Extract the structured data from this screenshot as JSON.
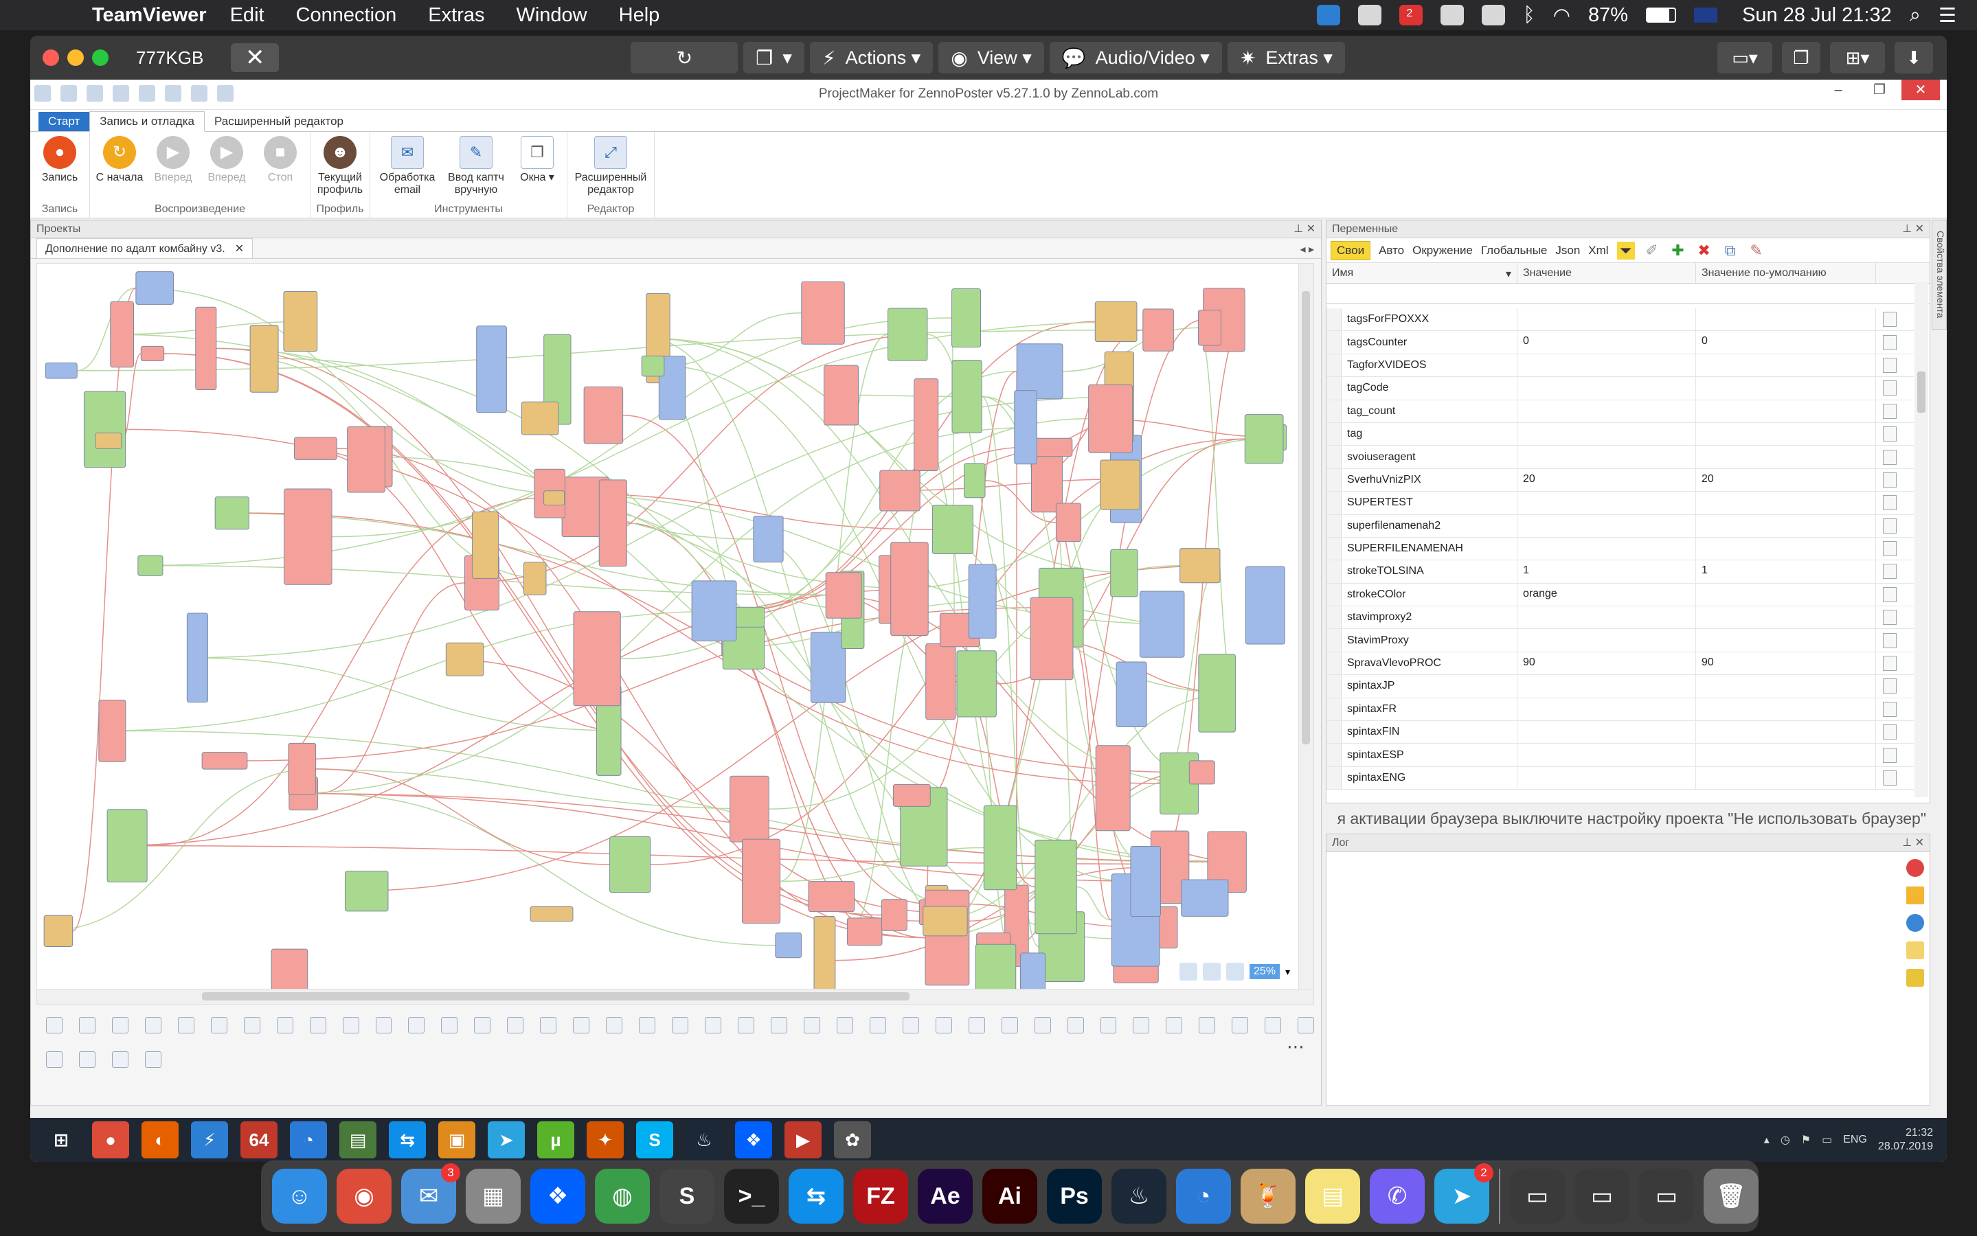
{
  "mac_menubar": {
    "apple": "",
    "app": "TeamViewer",
    "items": [
      "Edit",
      "Connection",
      "Extras",
      "Window",
      "Help"
    ],
    "battery": "87%",
    "datetime": "Sun 28 Jul  21:32",
    "badge": "2"
  },
  "teamviewer": {
    "partner_id": "777KGB",
    "close_label": "✕",
    "tools": [
      {
        "icon": "↻",
        "label": ""
      },
      {
        "icon": "❐",
        "label": "▾"
      },
      {
        "icon": "⚡",
        "label": "Actions ▾"
      },
      {
        "icon": "◉",
        "label": "View ▾"
      },
      {
        "icon": "💬",
        "label": "Audio/Video ▾"
      },
      {
        "icon": "✷",
        "label": "Extras ▾"
      }
    ]
  },
  "projectmaker": {
    "title": "ProjectMaker for ZennoPoster v5.27.1.0 by ZennoLab.com",
    "tabs": [
      "Старт",
      "Запись и отладка",
      "Расширенный редактор"
    ],
    "ribbon_groups": [
      {
        "label": "Запись",
        "buttons": [
          {
            "label": "Запись",
            "color": "#e8501e"
          }
        ]
      },
      {
        "label": "Воспроизведение",
        "buttons": [
          {
            "label": "С начала",
            "color": "#f2a81d"
          },
          {
            "label": "Вперед",
            "color": "#c7c7c7"
          },
          {
            "label": "Вперед",
            "color": "#c7c7c7"
          },
          {
            "label": "Стоп",
            "color": "#c7c7c7"
          }
        ]
      },
      {
        "label": "Профиль",
        "buttons": [
          {
            "label": "Текущий профиль",
            "color": "#6b4b3a"
          }
        ]
      },
      {
        "label": "Инструменты",
        "buttons": [
          {
            "label": "Обработка email"
          },
          {
            "label": "Ввод каптч вручную"
          },
          {
            "label": "Окна ▾"
          }
        ]
      },
      {
        "label": "Редактор",
        "buttons": [
          {
            "label": "Расширенный редактор"
          }
        ]
      }
    ],
    "projects_panel": "Проекты",
    "document_tab": "Дополнение по адалт комбайну v3.",
    "zoom": "25%",
    "variables_panel": "Переменные",
    "var_tabs": [
      "Свои",
      "Авто",
      "Окружение",
      "Глобальные",
      "Json",
      "Xml"
    ],
    "var_columns": [
      "Имя",
      "Значение",
      "Значение по-умолчанию"
    ],
    "variables": [
      {
        "name": "tagsForFPOXXX",
        "value": "",
        "default": ""
      },
      {
        "name": "tagsCounter",
        "value": "0",
        "default": "0"
      },
      {
        "name": "TagforXVIDEOS",
        "value": "",
        "default": ""
      },
      {
        "name": "tagCode",
        "value": "",
        "default": ""
      },
      {
        "name": "tag_count",
        "value": "",
        "default": ""
      },
      {
        "name": "tag",
        "value": "",
        "default": ""
      },
      {
        "name": "svoiuseragent",
        "value": "",
        "default": ""
      },
      {
        "name": "SverhuVnizPIX",
        "value": "20",
        "default": "20"
      },
      {
        "name": "SUPERTEST",
        "value": "",
        "default": ""
      },
      {
        "name": "superfilenamenah2",
        "value": "",
        "default": ""
      },
      {
        "name": "SUPERFILENAMENAH",
        "value": "",
        "default": ""
      },
      {
        "name": "strokeTOLSINA",
        "value": "1",
        "default": "1"
      },
      {
        "name": "strokeCOlor",
        "value": "orange",
        "default": ""
      },
      {
        "name": "stavimproxy2",
        "value": "",
        "default": ""
      },
      {
        "name": "StavimProxy",
        "value": "",
        "default": ""
      },
      {
        "name": "SpravaVlevoPROC",
        "value": "90",
        "default": "90"
      },
      {
        "name": "spintaxJP",
        "value": "",
        "default": ""
      },
      {
        "name": "spintaxFR",
        "value": "",
        "default": ""
      },
      {
        "name": "spintaxFIN",
        "value": "",
        "default": ""
      },
      {
        "name": "spintaxESP",
        "value": "",
        "default": ""
      },
      {
        "name": "spintaxENG",
        "value": "",
        "default": ""
      }
    ],
    "hint": "я активации браузера выключите настройку проекта \"Не использовать браузер\"",
    "log_panel": "Лог",
    "properties_tab": "Свойства элемента"
  },
  "windows_taskbar": {
    "icons": [
      "⊞",
      "●",
      "◐",
      "⚡",
      "64",
      "◔",
      "▤",
      "⇆",
      "▣",
      "➤",
      "µ",
      "✦",
      "S",
      "♨",
      "❖",
      "▶",
      "✿"
    ],
    "lang": "ENG",
    "time": "21:32",
    "date": "28.07.2019"
  },
  "dock": {
    "icons": [
      {
        "name": "finder",
        "glyph": "☺",
        "color": "#2f8de4"
      },
      {
        "name": "chrome",
        "glyph": "◉",
        "color": "#dd4b39"
      },
      {
        "name": "mail",
        "glyph": "✉",
        "color": "#4a90d9",
        "badge": "3"
      },
      {
        "name": "calculator",
        "glyph": "▦",
        "color": "#888888"
      },
      {
        "name": "dropbox",
        "glyph": "❖",
        "color": "#0061fe"
      },
      {
        "name": "globe",
        "glyph": "◍",
        "color": "#3a9d4a"
      },
      {
        "name": "sublime",
        "glyph": "S",
        "color": "#444444"
      },
      {
        "name": "terminal",
        "glyph": ">_",
        "color": "#222222"
      },
      {
        "name": "teamviewer",
        "glyph": "⇆",
        "color": "#0e8ee9"
      },
      {
        "name": "filezilla",
        "glyph": "FZ",
        "color": "#b31217"
      },
      {
        "name": "after-effects",
        "glyph": "Ae",
        "color": "#1f0740"
      },
      {
        "name": "illustrator",
        "glyph": "Ai",
        "color": "#330000"
      },
      {
        "name": "photoshop",
        "glyph": "Ps",
        "color": "#001d34"
      },
      {
        "name": "steam",
        "glyph": "♨",
        "color": "#1b2838"
      },
      {
        "name": "safari-like",
        "glyph": "◔",
        "color": "#2a7bd8"
      },
      {
        "name": "cocktail",
        "glyph": "🍹",
        "color": "#caa36a"
      },
      {
        "name": "notes",
        "glyph": "▤",
        "color": "#f5e27a"
      },
      {
        "name": "viber",
        "glyph": "✆",
        "color": "#7360f2"
      },
      {
        "name": "telegram",
        "glyph": "➤",
        "color": "#2aa3df",
        "badge": "2"
      },
      {
        "name": "window-thumb-1",
        "glyph": "▭",
        "color": "#3a3a3a"
      },
      {
        "name": "window-thumb-2",
        "glyph": "▭",
        "color": "#3a3a3a"
      },
      {
        "name": "window-thumb-3",
        "glyph": "▭",
        "color": "#3a3a3a"
      },
      {
        "name": "trash",
        "glyph": "🗑",
        "color": "#777777"
      }
    ]
  }
}
